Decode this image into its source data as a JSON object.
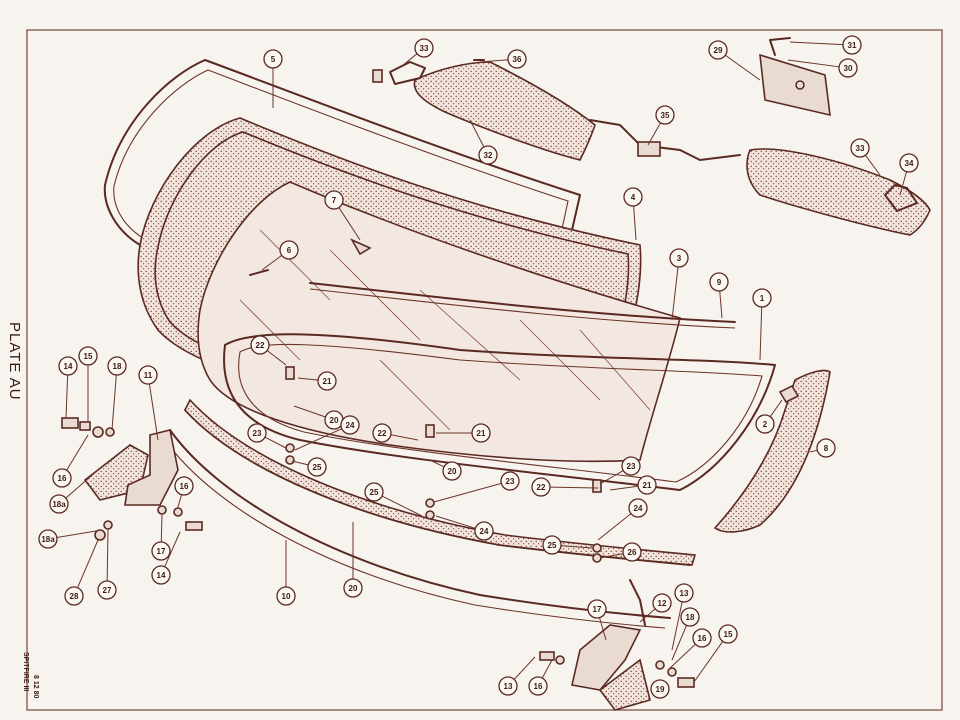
{
  "plate_label": "PLATE AU",
  "model_label": "SPITFIRE III",
  "ref_code": "8 12 80",
  "callouts": [
    "1",
    "2",
    "3",
    "4",
    "5",
    "6",
    "7",
    "8",
    "9",
    "10",
    "11",
    "12",
    "13",
    "13",
    "14",
    "14",
    "15",
    "15",
    "16",
    "16",
    "16",
    "16",
    "17",
    "17",
    "18",
    "18",
    "18a",
    "18a",
    "19",
    "20",
    "20",
    "20",
    "21",
    "21",
    "21",
    "22",
    "22",
    "22",
    "23",
    "23",
    "23",
    "24",
    "24",
    "24",
    "25",
    "25",
    "25",
    "26",
    "27",
    "28",
    "29",
    "30",
    "31",
    "32",
    "33",
    "33",
    "34",
    "35",
    "36"
  ]
}
